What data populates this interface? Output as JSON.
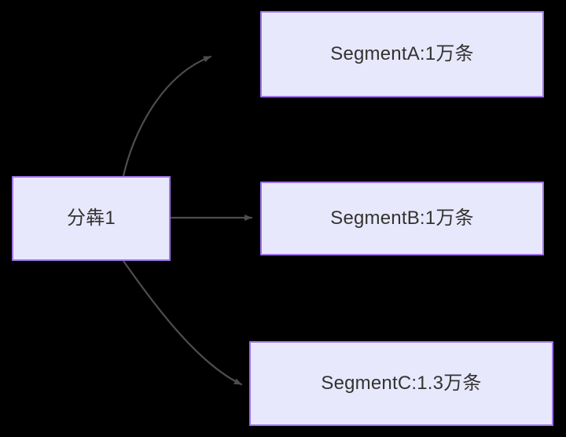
{
  "diagram": {
    "type": "flowchart",
    "direction": "left-to-right",
    "background_color": "#000000",
    "node_fill_color": "#e8e8fc",
    "node_border_color": "#9f73e8",
    "node_text_color": "#333333",
    "edge_color": "#4d4d4d",
    "nodes": [
      {
        "id": "source",
        "label": "分犇1"
      },
      {
        "id": "seg_a",
        "label": "SegmentA:1万条"
      },
      {
        "id": "seg_b",
        "label": "SegmentB:1万条"
      },
      {
        "id": "seg_c",
        "label": "SegmentC:1.3万条"
      }
    ],
    "edges": [
      {
        "id": "edge-source-to-seg-a",
        "from": "source",
        "to": "seg_a",
        "style": "curved",
        "arrowhead": "filled-triangle",
        "label": ""
      },
      {
        "id": "edge-source-to-seg-b",
        "from": "source",
        "to": "seg_b",
        "style": "straight",
        "arrowhead": "filled-triangle",
        "label": ""
      },
      {
        "id": "edge-source-to-seg-c",
        "from": "source",
        "to": "seg_c",
        "style": "curved",
        "arrowhead": "filled-triangle",
        "label": ""
      }
    ]
  }
}
